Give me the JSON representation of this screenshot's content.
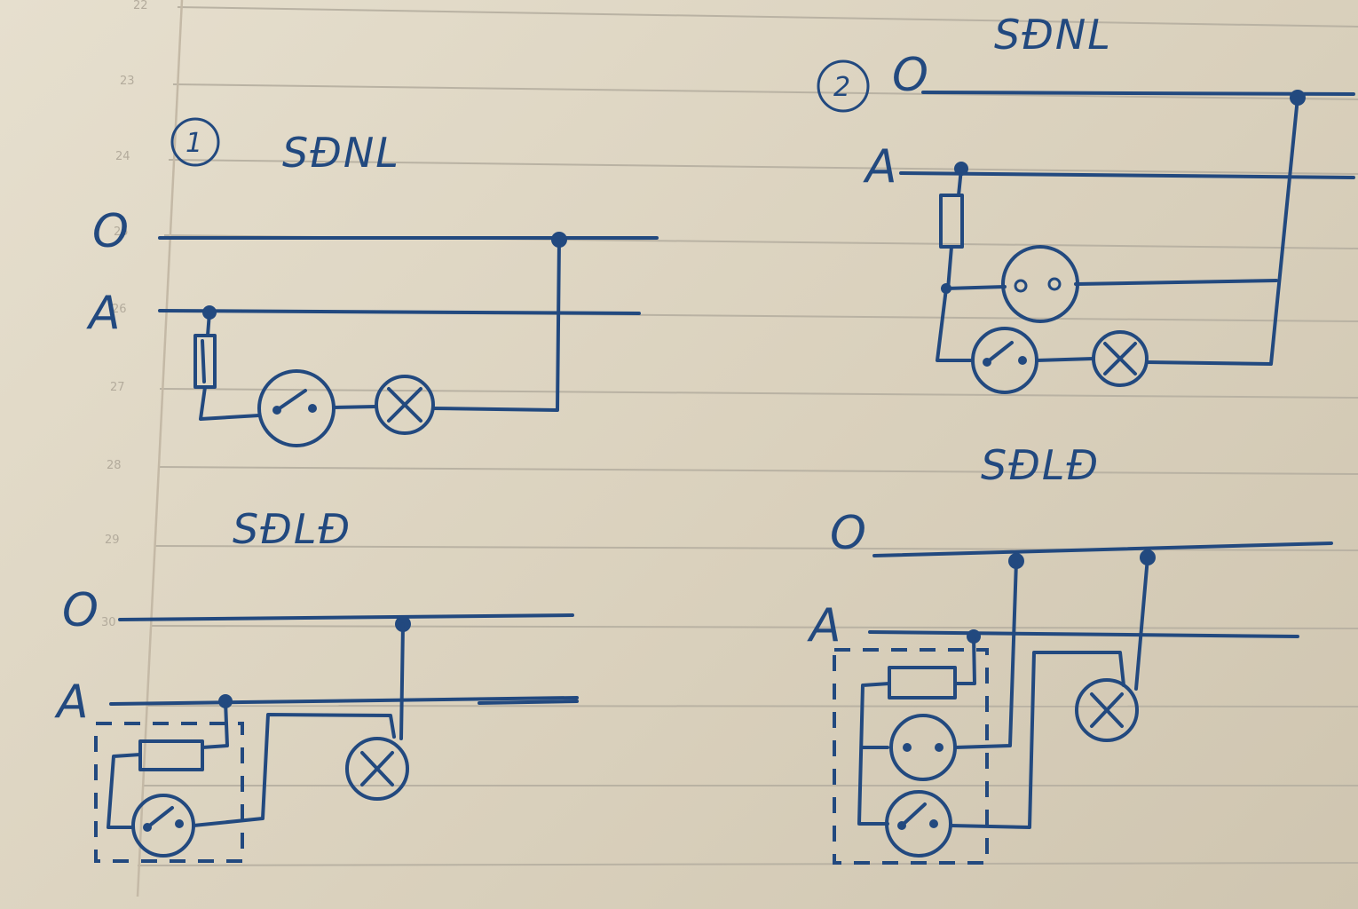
{
  "page": {
    "line_numbers": [
      "22",
      "23",
      "24",
      "25",
      "26",
      "27",
      "28",
      "29",
      "30"
    ]
  },
  "diagram_1": {
    "number": "1",
    "title_top": "SĐNL",
    "neutral_label": "O",
    "phase_label": "A",
    "title_bottom": "SĐLĐ",
    "neutral_label_bottom": "O",
    "phase_label_bottom": "A"
  },
  "diagram_2": {
    "number": "2",
    "title_top": "SĐNL",
    "neutral_label": "O",
    "phase_label": "A",
    "title_bottom": "SĐLĐ",
    "neutral_label_bottom": "O",
    "phase_label_bottom": "A"
  },
  "colors": {
    "ink": "#22497f",
    "paper": "#dcd3c0",
    "rule": "#b9b2a3"
  }
}
